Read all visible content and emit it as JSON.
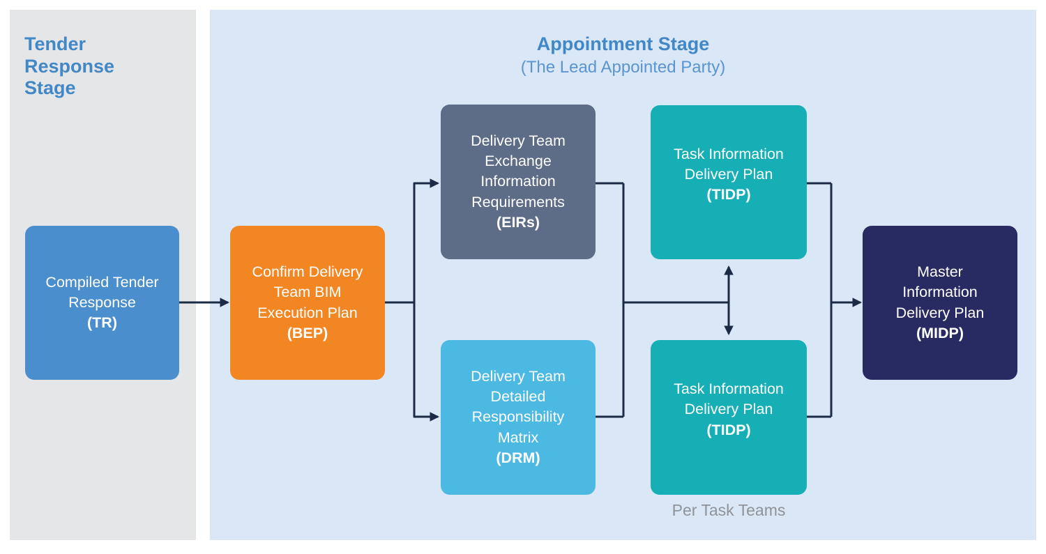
{
  "stages": {
    "tender": {
      "title": "Tender\nResponse\nStage",
      "bg": "#e5e6e7",
      "title_color": "#4287c6"
    },
    "appointment": {
      "title": "Appointment Stage",
      "subtitle": "(The Lead Appointed Party)",
      "bg": "#d9e7f6",
      "title_color": "#4287c6",
      "subtitle_color": "#5b95cf"
    }
  },
  "boxes": {
    "tr": {
      "label": "Compiled Tender\nResponse",
      "abbr": "(TR)",
      "color": "#4a8ecd",
      "text_color": "#ffffff"
    },
    "bep": {
      "label": "Confirm Delivery\nTeam BIM\nExecution Plan",
      "abbr": "(BEP)",
      "color": "#f28623",
      "text_color": "#ffffff"
    },
    "eirs": {
      "label": "Delivery Team\nExchange\nInformation\nRequirements",
      "abbr": "(EIRs)",
      "color": "#5d6c87",
      "text_color": "#ffffff"
    },
    "drm": {
      "label": "Delivery Team\nDetailed\nResponsibility\nMatrix",
      "abbr": "(DRM)",
      "color": "#4cb9e3",
      "text_color": "#ffffff"
    },
    "tidp_top": {
      "label": "Task Information\nDelivery Plan",
      "abbr": "(TIDP)",
      "color": "#16afb5",
      "text_color": "#ffffff"
    },
    "tidp_bottom": {
      "label": "Task Information\nDelivery Plan",
      "abbr": "(TIDP)",
      "color": "#16afb5",
      "text_color": "#ffffff"
    },
    "midp": {
      "label": "Master\nInformation\nDelivery Plan",
      "abbr": "(MIDP)",
      "color": "#272b61",
      "text_color": "#ffffff"
    }
  },
  "annotations": {
    "per_task_teams": "Per Task Teams",
    "per_task_teams_color": "#8f9397"
  },
  "connectors": {
    "color": "#1b2b45"
  }
}
